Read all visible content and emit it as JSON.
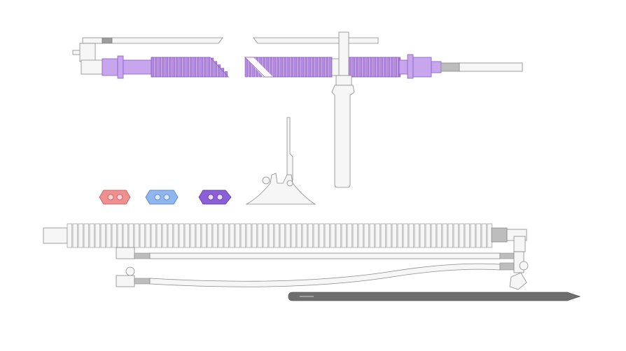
{
  "colors": {
    "background": "#ffffff",
    "outline": "#8a8a8a",
    "tube_fill": "#f6f6f6",
    "purple": "#b48be0",
    "purple_dark": "#8a5cc4",
    "purple_connector": "#c7a6ee",
    "pink": "#f08f8f",
    "blue": "#8fb6ee",
    "violet": "#8b5fd6",
    "gray_band": "#bdbdbd",
    "dark_gray": "#6e6e6e"
  },
  "components": [
    {
      "name": "corrugated-purple-circuit-left",
      "color": "purple"
    },
    {
      "name": "corrugated-purple-circuit-right",
      "color": "purple"
    },
    {
      "name": "water-trap-collector",
      "color": "outline"
    },
    {
      "name": "tube-holder-clip",
      "color": "outline"
    },
    {
      "name": "bite-block-pink",
      "color": "pink"
    },
    {
      "name": "bite-block-blue",
      "color": "blue"
    },
    {
      "name": "bite-block-violet",
      "color": "violet"
    },
    {
      "name": "white-corrugated-hose",
      "color": "outline"
    },
    {
      "name": "dual-lumen-sampling-lines",
      "color": "outline"
    },
    {
      "name": "dark-suction-catheter",
      "color": "dark_gray"
    }
  ]
}
